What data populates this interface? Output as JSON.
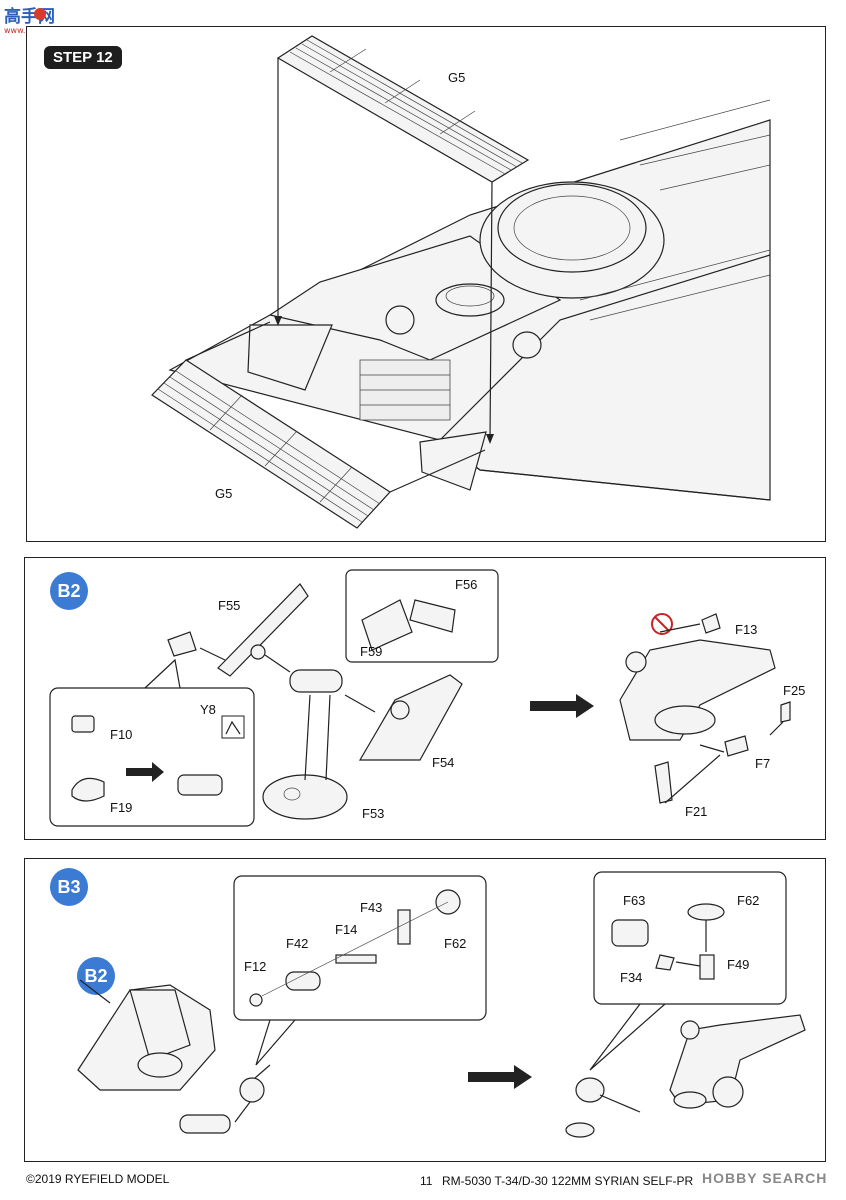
{
  "watermark": {
    "brand_chars": "高手网",
    "site": "www.gaoshou.com"
  },
  "step12": {
    "badge": "STEP 12",
    "labels": {
      "g5_top": "G5",
      "g5_bottom": "G5"
    }
  },
  "b2": {
    "badge": "B2",
    "labels": {
      "f55": "F55",
      "f56": "F56",
      "f59": "F59",
      "f54": "F54",
      "f53": "F53",
      "f10": "F10",
      "f19": "F19",
      "y8": "Y8",
      "f13": "F13",
      "f25": "F25",
      "f7": "F7",
      "f21": "F21"
    }
  },
  "b3": {
    "badge": "B3",
    "sub_badge": "B2",
    "labels": {
      "f43": "F43",
      "f14": "F14",
      "f42": "F42",
      "f12": "F12",
      "f62_left": "F62",
      "f63": "F63",
      "f62_right": "F62",
      "f34": "F34",
      "f49": "F49"
    }
  },
  "footer": {
    "copyright": "©2019 RYEFIELD MODEL",
    "page_number": "11",
    "product": "RM-5030 T-34/D-30 122MM SYRIAN SELF-PR",
    "watermark_text": "HOBBY SEARCH"
  },
  "colors": {
    "badge_blue": "#3c7bd3",
    "badge_dark": "#1e1e1e",
    "ink": "#1a1a1a"
  }
}
